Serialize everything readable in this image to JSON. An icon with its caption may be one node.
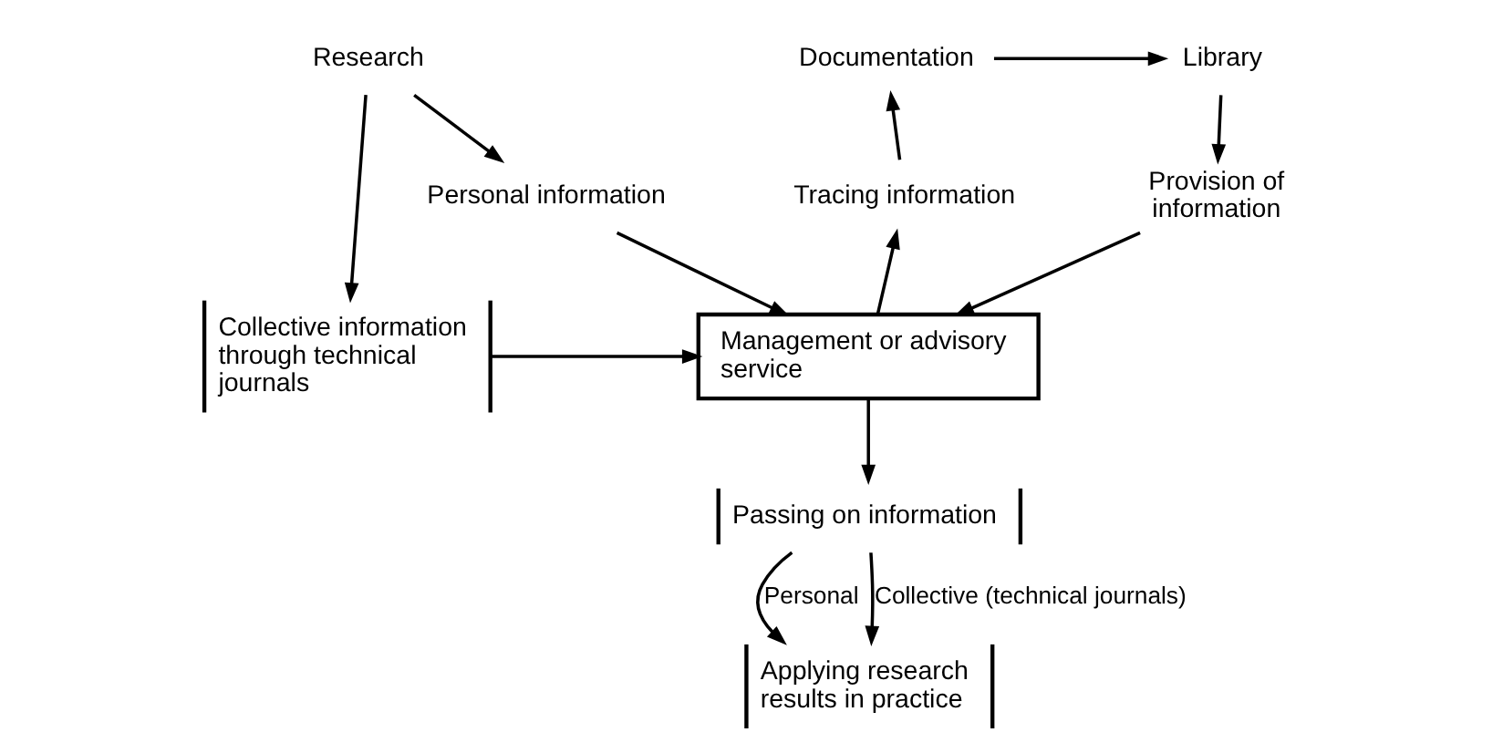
{
  "diagram": {
    "nodes": [
      {
        "text": [
          "Research"
        ]
      },
      {
        "text": [
          "Personal information"
        ]
      },
      {
        "text": [
          "Library"
        ]
      },
      {
        "text": [
          "Provision of information"
        ]
      },
      {
        "text": [
          "Documentation"
        ]
      },
      {
        "text": [
          "Tracing information"
        ]
      },
      {
        "text": [
          "Collective information through technical journals"
        ]
      },
      {
        "text": [
          "Management or advisory service"
        ]
      },
      {
        "text": [
          "Passing on information"
        ]
      },
      {
        "text": [
          "Applying research results in practice"
        ]
      }
    ],
    "edges": [
      {
        "from": 0,
        "to": 1,
        "arrow": "to"
      },
      {
        "from": 0,
        "to": 6,
        "arrow": "to"
      },
      {
        "from": 4,
        "to": 2,
        "arrow": "to"
      },
      {
        "from": 2,
        "to": 3,
        "arrow": "to"
      },
      {
        "from": 5,
        "to": 4,
        "arrow": "to"
      },
      {
        "from": 1,
        "to": 7,
        "arrow": "to"
      },
      {
        "from": 3,
        "to": 7,
        "arrow": "to"
      },
      {
        "from": 6,
        "to": 7,
        "arrow": "to"
      },
      {
        "from": 7,
        "to": 5,
        "arrow": "to"
      },
      {
        "from": 7,
        "to": 8,
        "arrow": "to"
      },
      {
        "from": 8,
        "to": 9,
        "label": "Personal",
        "arrow": "to"
      },
      {
        "from": 8,
        "to": 9,
        "label": "Collective (technical journals)",
        "arrow": "to"
      }
    ]
  }
}
